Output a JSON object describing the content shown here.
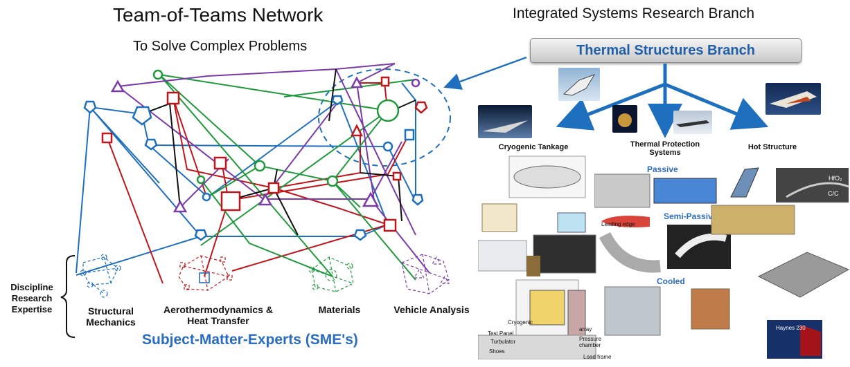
{
  "header": {
    "network_title": "Team-of-Teams Network",
    "network_subtitle": "To Solve Complex Problems",
    "org_title": "Integrated Systems Research Branch",
    "branch_name": "Thermal Structures Branch"
  },
  "disciplines": {
    "side_label_line1": "Discipline",
    "side_label_line2": "Research",
    "side_label_line3": "Expertise",
    "structural_line1": "Structural",
    "structural_line2": "Mechanics",
    "aero_line1": "Aerothermodynamics &",
    "aero_line2": "Heat Transfer",
    "materials": "Materials",
    "vehicle": "Vehicle Analysis",
    "sme_label": "Subject-Matter-Experts (SME's)"
  },
  "branch_areas": {
    "cryogenic": "Cryogenic Tankage",
    "tps_line1": "Thermal Protection",
    "tps_line2": "Systems",
    "hot": "Hot Structure",
    "passive": "Passive",
    "semi_passive": "Semi-Passive",
    "cooled": "Cooled"
  },
  "image_labels": {
    "leading_edge": "Leading edge",
    "hfo2": "HfO₂",
    "cc": "C/C",
    "haynes": "Haynes 230",
    "test_panel": "Test Panel",
    "turbulator": "Turbulator",
    "shoes": "Shoes",
    "array": "array",
    "pressure_chamber": "Pressure chamber",
    "load_frame": "Load frame",
    "cryogenic_small": "Cryogenic"
  },
  "colors": {
    "structural": "#1f6fbf",
    "aero": "#c0161b",
    "materials": "#1e9a3c",
    "vehicle": "#7b3aa8",
    "black_link": "#111111",
    "accent_blue": "#2a6cc0"
  }
}
